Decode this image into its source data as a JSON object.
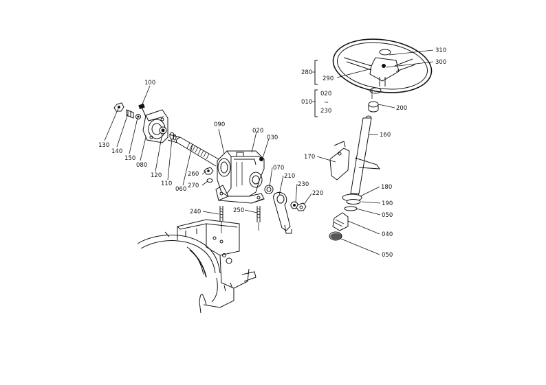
{
  "labels": {
    "l100": "100",
    "l130": "130",
    "l140": "140",
    "l150": "150",
    "l080": "080",
    "l120": "120",
    "l110": "110",
    "l060": "060",
    "l090": "090",
    "l020": "020",
    "l030": "030",
    "l260": "260",
    "l270": "270",
    "l070": "070",
    "l210": "210",
    "l230a": "230",
    "l220": "220",
    "l240": "240",
    "l250": "250",
    "l170": "170",
    "l160": "160",
    "l200": "200",
    "l180": "180",
    "l190": "190",
    "l050a": "050",
    "l040": "040",
    "l050b": "050",
    "l280": "280",
    "l290": "290",
    "l310": "310",
    "l300": "300",
    "l010": "010",
    "l020b": "020",
    "l230b": "230",
    "tilde": "~"
  }
}
